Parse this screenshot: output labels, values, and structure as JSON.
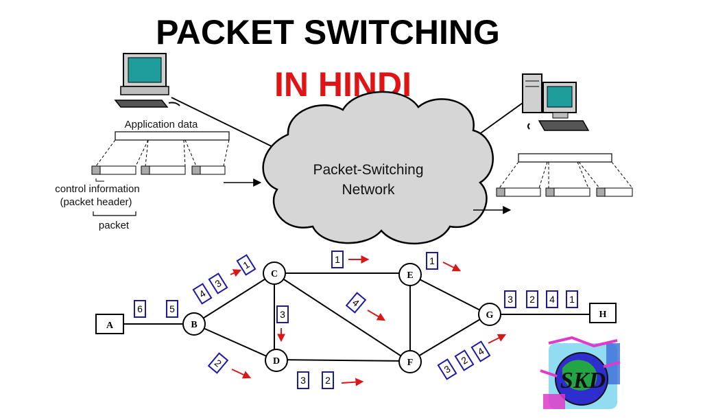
{
  "header": {
    "title": "PACKET SWITCHING",
    "subtitle": "IN HINDI"
  },
  "network": {
    "cloud_label_line1": "Packet-Switching",
    "cloud_label_line2": "Network"
  },
  "left_panel": {
    "application_data": "Application data",
    "control_info_line1": "control information",
    "control_info_line2": "(packet header)",
    "packet_label": "packet"
  },
  "graph": {
    "nodes": {
      "A": "A",
      "B": "B",
      "C": "C",
      "D": "D",
      "E": "E",
      "F": "F",
      "G": "G",
      "H": "H"
    },
    "packets": {
      "ab_6": "6",
      "ab_5": "5",
      "bc_4": "4",
      "bc_3": "3",
      "bc_1": "1",
      "ce_1": "1",
      "eg_1": "1",
      "cd_3": "3",
      "cf_4": "4",
      "bd_2": "2",
      "df_3": "3",
      "df_2": "2",
      "fg_3": "3",
      "fg_2": "2",
      "fg_4": "4",
      "gh_3": "3",
      "gh_2": "2",
      "gh_4": "4",
      "gh_1": "1"
    }
  },
  "logo": {
    "text": "SKD"
  },
  "colors": {
    "title": "#000000",
    "subtitle": "#e01414",
    "cloud_fill": "#d6d6d6",
    "packet_box": "#1a1aa6",
    "arrow_red": "#d81818",
    "monitor_screen": "#1f9c9c"
  }
}
